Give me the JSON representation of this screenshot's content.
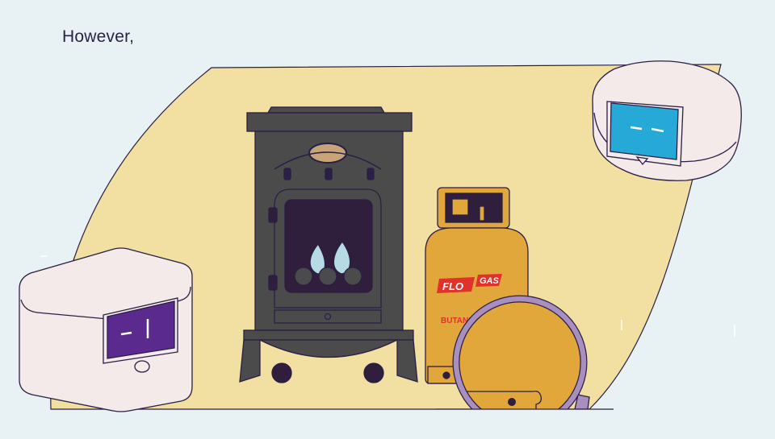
{
  "caption": "However,",
  "colors": {
    "background": "#e8f2f4",
    "blob": "#f2dfa2",
    "stove": "#4b4b4b",
    "outline": "#2a1f45",
    "firebox": "#2f1e3c",
    "flame": "#b7dbe5",
    "cylinder": "#e1a73a",
    "label_red": "#e0322b",
    "magnifier_ring": "#a98fc0",
    "detector_body": "#f4eaea",
    "screen_purple": "#5b2a8e",
    "screen_blue": "#26a9d6"
  },
  "cylinder": {
    "brand_left": "FLO",
    "brand_right": "GAS",
    "product": "BUTANE"
  },
  "icons": {
    "stove": "wood-stove-icon",
    "cylinder": "gas-cylinder-icon",
    "magnifier": "magnifying-glass-icon",
    "detector_left": "co-detector-icon",
    "detector_right": "co-detector-icon"
  }
}
